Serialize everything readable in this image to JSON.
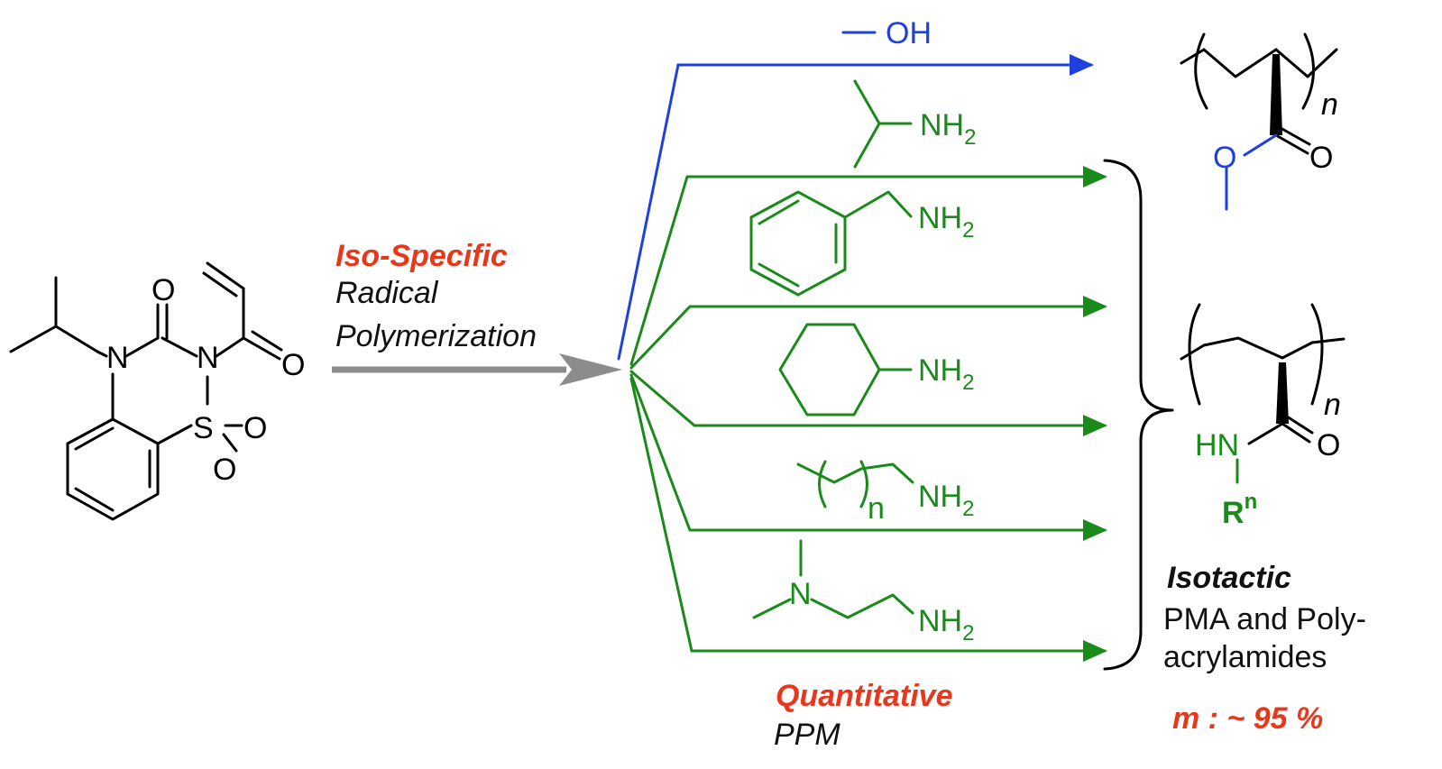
{
  "colors": {
    "bonds": "#000000",
    "amine": "#1a8a1a",
    "methanol": "#1f3fe0",
    "highlight": "#e8381c",
    "main_arrow": "#8c8c8c"
  },
  "step1": {
    "title": "Iso-Specific",
    "line2": "Radical",
    "line3": "Polymerization"
  },
  "step2": {
    "title": "Quantitative",
    "line2": "PPM"
  },
  "monomer_atoms": {
    "n1": "N",
    "n2": "N",
    "o_urea": "O",
    "o_acryl": "O",
    "s": "S",
    "o_s1": "O",
    "o_s2": "O"
  },
  "reagents": {
    "methanol_oh": "OH",
    "isopropylamine_nh": "NH",
    "benzylamine_nh": "NH",
    "cyclohexylamine_nh": "NH",
    "alkylamine_nh": "NH",
    "alkylamine_n": "n",
    "diamine_n": "N",
    "diamine_nh": "NH",
    "subscript_2": "2"
  },
  "products": {
    "pma_n": "n",
    "pma_o1": "O",
    "pma_o2": "O",
    "pam_n": "n",
    "pam_hn": "HN",
    "pam_o": "O",
    "pam_r": "R",
    "pam_r_sup": "n"
  },
  "summary": {
    "line1": "Isotactic",
    "line2": "PMA and Poly-",
    "line3": "acrylamides",
    "tacticity": "m : ~ 95 %"
  }
}
